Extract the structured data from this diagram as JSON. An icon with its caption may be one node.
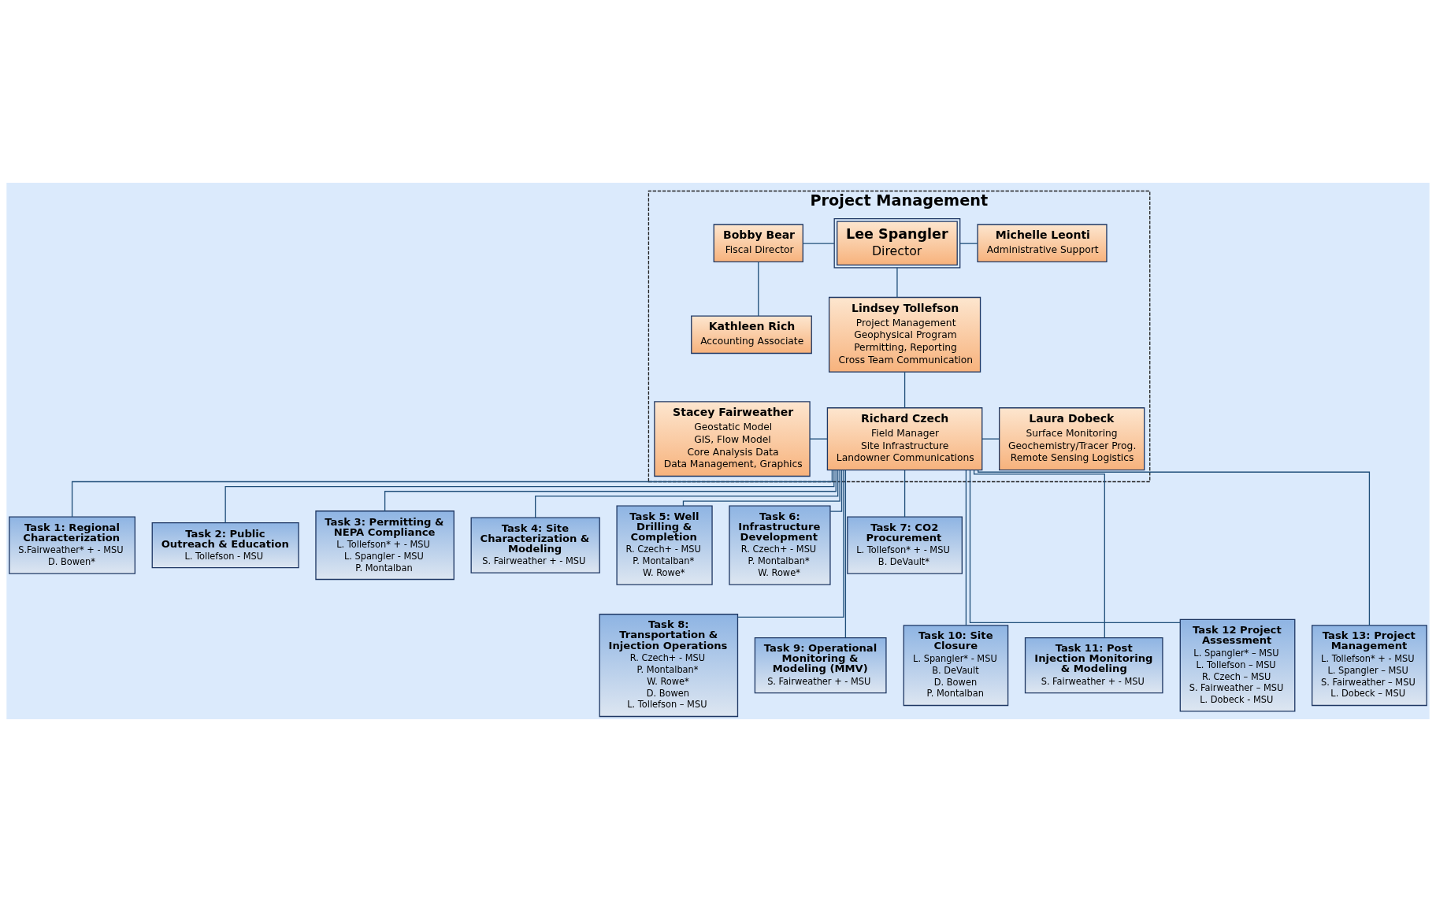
{
  "diagram": {
    "nodes": [
      {
        "text": [
          "Project Management"
        ]
      },
      {
        "text": [
          "Bobby Bear",
          "Fiscal Director"
        ],
        "in": 0
      },
      {
        "text": [
          "Lee Spangler",
          "Director"
        ],
        "in": 0
      },
      {
        "text": [
          "Michelle Leonti",
          "Administrative Support"
        ],
        "in": 0
      },
      {
        "text": [
          "Kathleen Rich",
          "Accounting Associate"
        ],
        "in": 0
      },
      {
        "text": [
          "Lindsey Tollefson",
          "Project Management",
          "Geophysical Program",
          "Permitting, Reporting",
          "Cross Team Communication"
        ],
        "in": 0
      },
      {
        "text": [
          "Stacey Fairweather",
          "Geostatic Model",
          "GIS, Flow Model",
          "Core Analysis Data",
          "Data Management, Graphics"
        ],
        "in": 0
      },
      {
        "text": [
          "Richard Czech",
          "Field Manager",
          "Site Infrastructure",
          "Landowner Communications"
        ],
        "in": 0
      },
      {
        "text": [
          "Laura Dobeck",
          "Surface Monitoring",
          "Geochemistry/Tracer Prog.",
          "Remote Sensing Logistics"
        ],
        "in": 0
      },
      {
        "text": [
          "Task 1: Regional Characterization",
          "S.Fairweather* + - MSU",
          "D. Bowen*"
        ]
      },
      {
        "text": [
          "Task 2: Public Outreach & Education",
          "L. Tollefson - MSU"
        ]
      },
      {
        "text": [
          "Task 3: Permitting & NEPA Compliance",
          "L. Tollefson* + - MSU",
          "L. Spangler - MSU",
          "P. Montalban"
        ]
      },
      {
        "text": [
          "Task 4: Site Characterization & Modeling",
          "S. Fairweather + - MSU"
        ]
      },
      {
        "text": [
          "Task 5: Well Drilling & Completion",
          "R. Czech+ - MSU",
          "P. Montalban*",
          "W. Rowe*"
        ]
      },
      {
        "text": [
          "Task 6: Infrastructure Development",
          "R. Czech+ - MSU",
          "P. Montalban*",
          "W. Rowe*"
        ]
      },
      {
        "text": [
          "Task 7: CO2 Procurement",
          "L. Tollefson* + - MSU",
          "B. DeVault*"
        ]
      },
      {
        "text": [
          "Task 8: Transportation & Injection Operations",
          "R. Czech+ - MSU",
          "P. Montalban*",
          "W. Rowe*",
          "D. Bowen",
          "L. Tollefson – MSU"
        ]
      },
      {
        "text": [
          "Task 9: Operational Monitoring & Modeling (MMV)",
          "S. Fairweather + - MSU"
        ]
      },
      {
        "text": [
          "Task 10: Site Closure",
          "L. Spangler* - MSU",
          "B. DeVault",
          "D. Bowen",
          "P. Montalban"
        ]
      },
      {
        "text": [
          "Task 11: Post Injection Monitoring & Modeling",
          "S. Fairweather + - MSU"
        ]
      },
      {
        "text": [
          "Task 12 Project Assessment",
          "L. Spangler* – MSU",
          "L. Tollefson – MSU",
          "R. Czech – MSU",
          "S. Fairweather – MSU",
          "L. Dobeck - MSU"
        ]
      },
      {
        "text": [
          "Task 13: Project Management",
          "L. Tollefson* + - MSU",
          "L. Spangler – MSU",
          "S. Fairweather – MSU",
          "L. Dobeck – MSU"
        ]
      }
    ],
    "edges": [
      {
        "from": 1,
        "to": 2,
        "arrow": "none"
      },
      {
        "from": 2,
        "to": 3,
        "arrow": "none"
      },
      {
        "from": 1,
        "to": 4,
        "arrow": "none"
      },
      {
        "from": 2,
        "to": 5,
        "arrow": "none"
      },
      {
        "from": 5,
        "to": 7,
        "arrow": "none"
      },
      {
        "from": 6,
        "to": 7,
        "arrow": "none"
      },
      {
        "from": 7,
        "to": 8,
        "arrow": "none"
      },
      {
        "from": 7,
        "to": 9,
        "arrow": "none"
      },
      {
        "from": 7,
        "to": 10,
        "arrow": "none"
      },
      {
        "from": 7,
        "to": 11,
        "arrow": "none"
      },
      {
        "from": 7,
        "to": 12,
        "arrow": "none"
      },
      {
        "from": 7,
        "to": 13,
        "arrow": "none"
      },
      {
        "from": 7,
        "to": 14,
        "arrow": "none"
      },
      {
        "from": 7,
        "to": 15,
        "arrow": "none"
      },
      {
        "from": 7,
        "to": 16,
        "arrow": "none"
      },
      {
        "from": 7,
        "to": 17,
        "arrow": "none"
      },
      {
        "from": 7,
        "to": 18,
        "arrow": "none"
      },
      {
        "from": 7,
        "to": 19,
        "arrow": "none"
      },
      {
        "from": 7,
        "to": 20,
        "arrow": "none"
      },
      {
        "from": 7,
        "to": 21,
        "arrow": "none"
      }
    ]
  }
}
